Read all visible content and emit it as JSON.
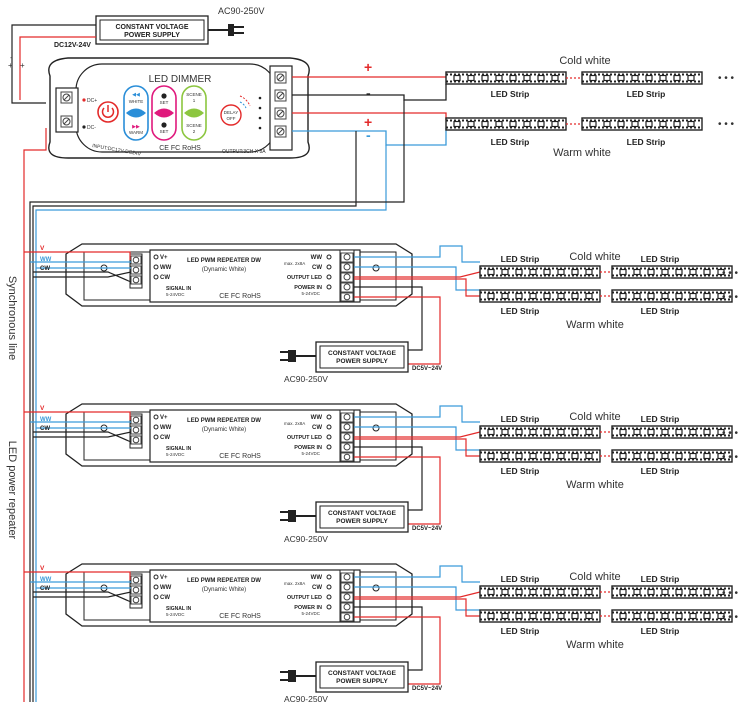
{
  "top": {
    "ac_label": "AC90-250V",
    "psu_line1": "CONSTANT VOLTAGE",
    "psu_line2": "POWER SUPPLY",
    "dc_label": "DC12V-24V"
  },
  "dimmer": {
    "title": "LED DIMMER",
    "btn_white": "WHITE",
    "btn_warm": "WARM",
    "btn_set1": "SET",
    "btn_set2": "SET",
    "btn_scene1": "SCENE",
    "btn_scene1_num": "1",
    "btn_scene2": "SCENE",
    "btn_scene2_num": "2",
    "btn_delay1": "DELAY",
    "btn_delay2": "OFF",
    "input_label": "INPUT:DC12V-DC24V",
    "ce_rohs": "CE FC RoHS",
    "output_label": "OUTPUT:3CH X 8A",
    "dc_plus": "DC+",
    "dc_minus": "DC-"
  },
  "top_strips": {
    "cold_label": "Cold white",
    "warm_label": "Warm white",
    "strip_label": "LED Strip",
    "plus": "+",
    "minus": "-"
  },
  "side_labels": {
    "sync": "Synchronous line",
    "repeater": "LED power repeater"
  },
  "repeater": {
    "title": "LED PWM REPEATER DW",
    "subtitle": "(Dynamic White)",
    "v_plus": "V+",
    "ww": "WW",
    "cw": "CW",
    "signal_in": "SIGNAL IN",
    "signal_v": "5-24VDC",
    "ce_rohs": "CE FC RoHS",
    "ww_out": "WW",
    "max_out": "max. 2x8A",
    "cw_out": "CW",
    "output_led": "OUTPUT LED",
    "power_in": "POWER IN",
    "power_v": "5-24VDC",
    "wire_v": "V",
    "wire_ww": "WW",
    "wire_cw": "CW",
    "psu_line1": "CONSTANT VOLTAGE",
    "psu_line2": "POWER SUPPLY",
    "ac_label": "AC90-250V",
    "dc_label": "DC5V~24V",
    "cold_label": "Cold white",
    "warm_label": "Warm white",
    "strip_label": "LED Strip"
  },
  "colors": {
    "red": "#e32a2a",
    "blue": "#3a9ad9",
    "black": "#222222",
    "white_btn": "#2a8ed8",
    "set_btn": "#e0197d",
    "scene_btn": "#8cc63f",
    "power_btn": "#e32a2a"
  }
}
